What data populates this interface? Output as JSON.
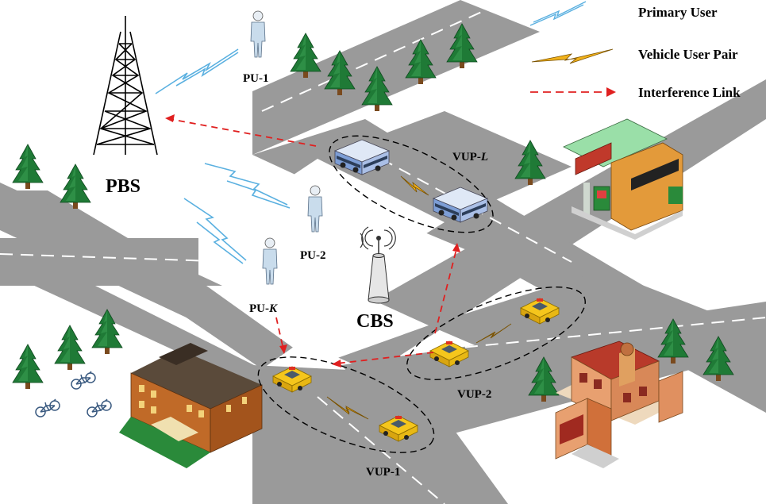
{
  "legend": {
    "primary_user": "Primary User",
    "vehicle_user_pair": "Vehicle User Pair",
    "interference_link": "Interference Link"
  },
  "nodes": {
    "pbs": "PBS",
    "cbs": "CBS",
    "pu_1": "PU-1",
    "pu_2": "PU-2",
    "pu_k_prefix": "PU-",
    "pu_k_suffix": "K",
    "vup_l_prefix": "VUP-",
    "vup_l_suffix": "L",
    "vup_1": "VUP-1",
    "vup_2": "VUP-2"
  },
  "icons": {
    "tower": "lattice-tower",
    "antenna": "base-station-antenna",
    "person": "primary-user-figure",
    "bus": "bus",
    "taxi": "taxi",
    "tree": "pine-tree",
    "bicycle": "bicycle",
    "school": "school-building",
    "gas_station": "gas-station",
    "shop": "shop-building"
  },
  "colors": {
    "road": "#9a9a9a",
    "lane_mark": "#ffffff",
    "tree": "#1e7a35",
    "lightning": "#f2b21b",
    "interference": "#e02020",
    "pu_link": "#5ab0e0",
    "taxi": "#f5c61c",
    "bus": "#7d9ed6"
  }
}
